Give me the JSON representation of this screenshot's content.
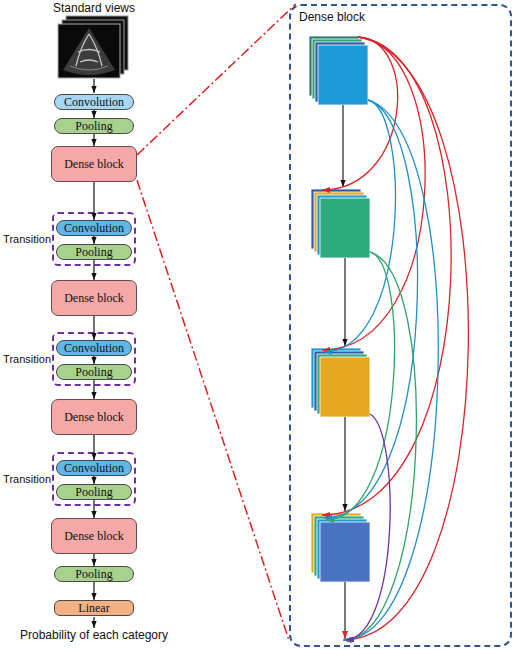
{
  "diagram": {
    "nodes": [
      {
        "text": [
          "Convolution"
        ]
      },
      {
        "text": [
          "Pooling"
        ]
      },
      {
        "text": [
          "Dense block"
        ]
      },
      {
        "text": [
          "Transition"
        ]
      },
      {
        "text": [
          "Convolution"
        ],
        "in": 3
      },
      {
        "text": [
          "Pooling"
        ],
        "in": 3
      },
      {
        "text": [
          "Dense block"
        ]
      },
      {
        "text": [
          "Transition"
        ]
      },
      {
        "text": [
          "Convolution"
        ],
        "in": 7
      },
      {
        "text": [
          "Pooling"
        ],
        "in": 7
      },
      {
        "text": [
          "Dense block"
        ]
      },
      {
        "text": [
          "Transition"
        ]
      },
      {
        "text": [
          "Convolution"
        ],
        "in": 11
      },
      {
        "text": [
          "Pooling"
        ],
        "in": 11
      },
      {
        "text": [
          "Dense block"
        ]
      },
      {
        "text": [
          "Pooling"
        ]
      },
      {
        "text": [
          "Linear"
        ]
      },
      {
        "text": [
          "Dense block"
        ]
      }
    ],
    "edges": [
      {
        "from": 0,
        "to": 1,
        "arrow": "to"
      },
      {
        "from": 1,
        "to": 2,
        "arrow": "to"
      },
      {
        "from": 2,
        "to": 4,
        "arrow": "to"
      },
      {
        "from": 4,
        "to": 5,
        "arrow": "to"
      },
      {
        "from": 5,
        "to": 6,
        "arrow": "to"
      },
      {
        "from": 6,
        "to": 8,
        "arrow": "to"
      },
      {
        "from": 8,
        "to": 9,
        "arrow": "to"
      },
      {
        "from": 9,
        "to": 10,
        "arrow": "to"
      },
      {
        "from": 10,
        "to": 12,
        "arrow": "to"
      },
      {
        "from": 12,
        "to": 13,
        "arrow": "to"
      },
      {
        "from": 13,
        "to": 14,
        "arrow": "to"
      },
      {
        "from": 14,
        "to": 15,
        "arrow": "to"
      },
      {
        "from": 15,
        "to": 16,
        "arrow": "to"
      },
      {
        "from": 2,
        "to": 17,
        "arrow": "none"
      },
      {
        "from": 2,
        "to": 17,
        "arrow": "none"
      }
    ],
    "labels": [
      "Standard views",
      "Probability of each category"
    ]
  }
}
